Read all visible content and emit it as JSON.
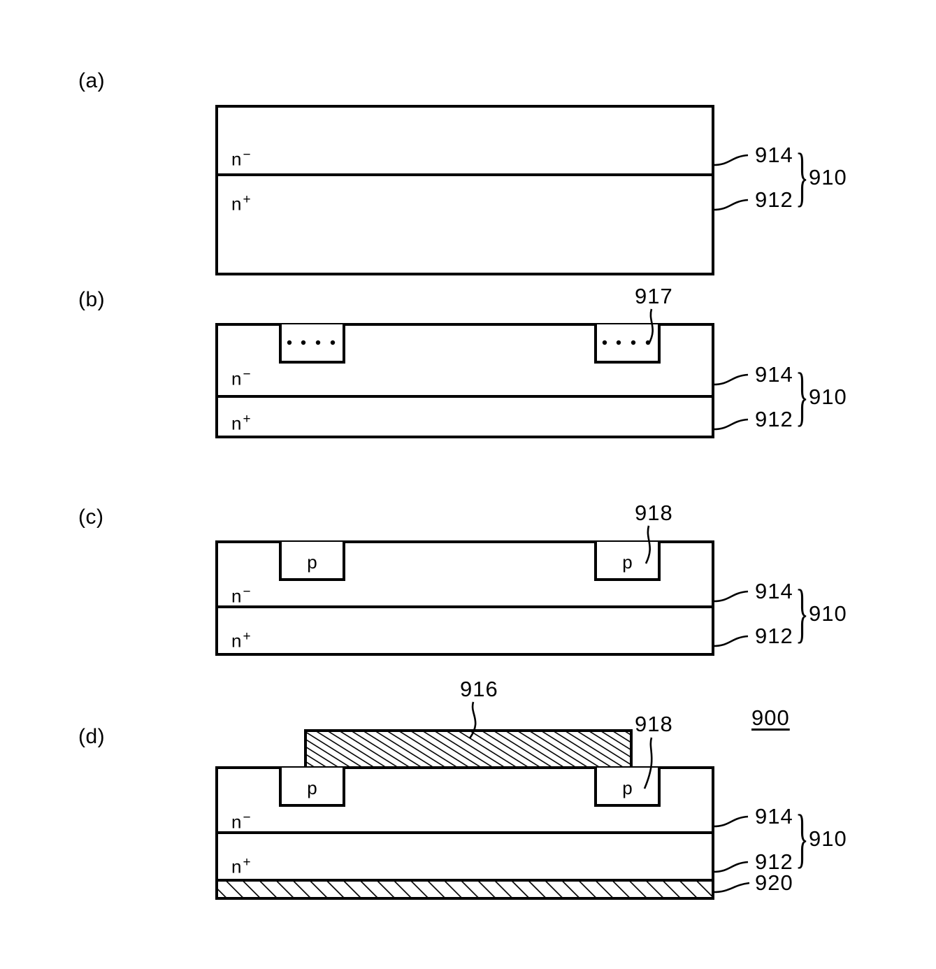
{
  "figure": {
    "title_ref": "900",
    "panels": [
      {
        "letter": "(a)",
        "layers": [
          {
            "label": "n",
            "superscript": "−",
            "ref": "914"
          },
          {
            "label": "n",
            "superscript": "+",
            "ref": "912"
          }
        ],
        "group_ref": "910",
        "wells": [],
        "refs": [
          "914",
          "912",
          "910"
        ]
      },
      {
        "letter": "(b)",
        "layers": [
          {
            "label": "n",
            "superscript": "−",
            "ref": "914"
          },
          {
            "label": "n",
            "superscript": "+",
            "ref": "912"
          }
        ],
        "group_ref": "910",
        "wells": [
          {
            "label": "",
            "dots": 4
          },
          {
            "label": "",
            "dots": 4,
            "ref": "917"
          }
        ],
        "refs": [
          "917",
          "914",
          "912",
          "910"
        ]
      },
      {
        "letter": "(c)",
        "layers": [
          {
            "label": "n",
            "superscript": "−",
            "ref": "914"
          },
          {
            "label": "n",
            "superscript": "+",
            "ref": "912"
          }
        ],
        "group_ref": "910",
        "wells": [
          {
            "label": "p"
          },
          {
            "label": "p",
            "ref": "918"
          }
        ],
        "refs": [
          "918",
          "914",
          "912",
          "910"
        ]
      },
      {
        "letter": "(d)",
        "layers": [
          {
            "label": "n",
            "superscript": "−",
            "ref": "914"
          },
          {
            "label": "n",
            "superscript": "+",
            "ref": "912"
          }
        ],
        "group_ref": "910",
        "wells": [
          {
            "label": "p"
          },
          {
            "label": "p",
            "ref": "918"
          }
        ],
        "top_electrode_ref": "916",
        "bottom_electrode_ref": "920",
        "refs": [
          "916",
          "918",
          "914",
          "912",
          "910",
          "920",
          "900"
        ]
      }
    ],
    "labels": {
      "panel_a": "(a)",
      "panel_b": "(b)",
      "panel_c": "(c)",
      "panel_d": "(d)",
      "n_minus": "n",
      "n_minus_sup": "−",
      "n_plus": "n",
      "n_plus_sup": "+",
      "p_region": "p",
      "ref_910": "910",
      "ref_912": "912",
      "ref_914": "914",
      "ref_916": "916",
      "ref_917": "917",
      "ref_918": "918",
      "ref_920": "920",
      "ref_900": "900",
      "brace_glyph": "}"
    },
    "colors": {
      "stroke": "#000000",
      "background": "#ffffff",
      "hatch": "#000000"
    }
  }
}
